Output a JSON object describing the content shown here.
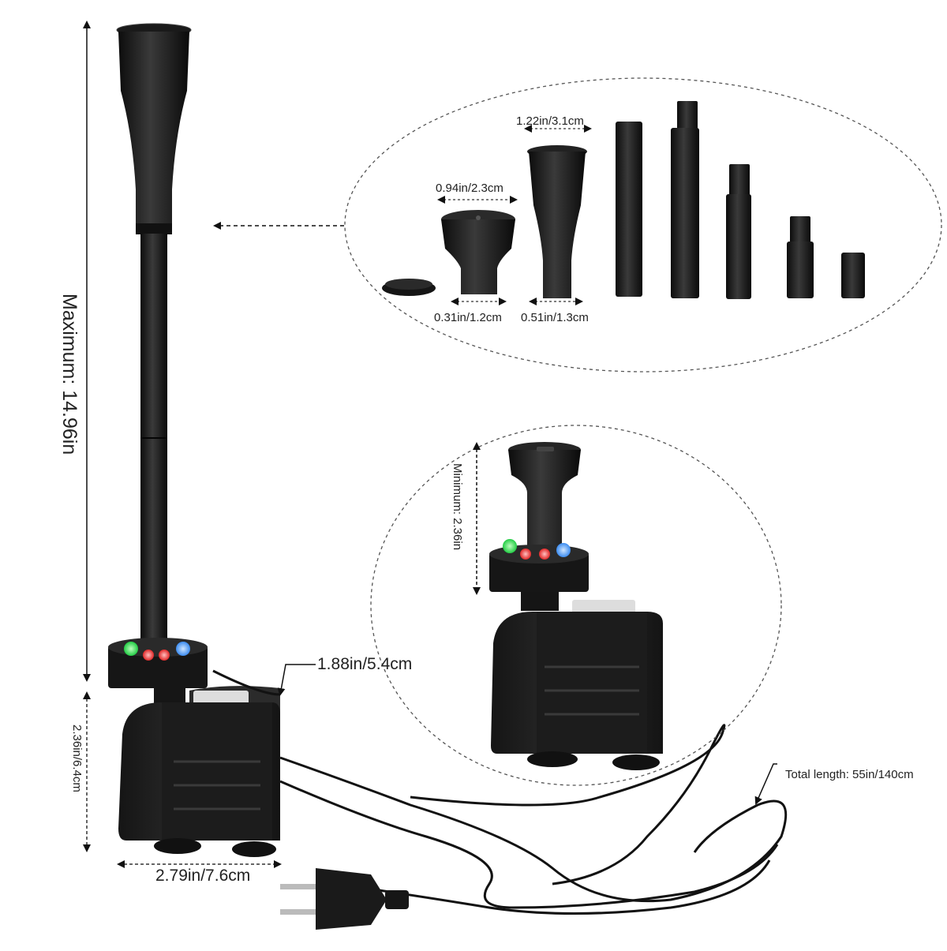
{
  "labels": {
    "max_height": "Maximum: 14.96in",
    "min_height": "Minimum: 2.36in",
    "pump_height": "2.36in/6.4cm",
    "pump_width": "2.79in/7.6cm",
    "pump_depth": "1.88in/5.4cm",
    "cord_length": "Total length: 55in/140cm",
    "nozzle_top_width": "1.22in/3.1cm",
    "bell_top_width": "0.94in/2.3cm",
    "bell_bottom_width": "0.31in/1.2cm",
    "nozzle_bottom_width": "0.51in/1.3cm"
  },
  "colors": {
    "pump_body": "#1f1f1f",
    "led_green": "#22cc44",
    "led_red": "#e02828",
    "led_blue": "#3c8cf0"
  }
}
